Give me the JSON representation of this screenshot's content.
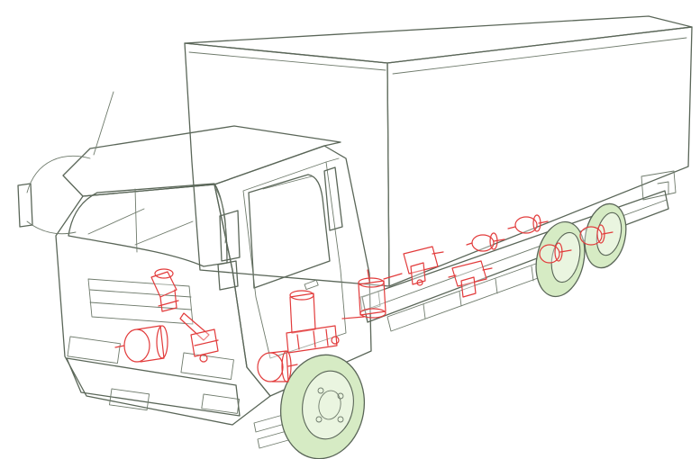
{
  "colors": {
    "body_fill_top": "#f4f9ee",
    "body_fill_bottom": "#b7df9c",
    "outline": "#5a6658",
    "component_highlight": "#e23b3b",
    "background": "#ffffff"
  },
  "illustration": {
    "subject": "box-truck-cutaway",
    "highlighted_components": [
      "air-dryer",
      "brake-chamber",
      "brake-valve",
      "air-tank-valve",
      "relay-valve",
      "spring-brake-chamber",
      "foot-brake-valve"
    ]
  }
}
